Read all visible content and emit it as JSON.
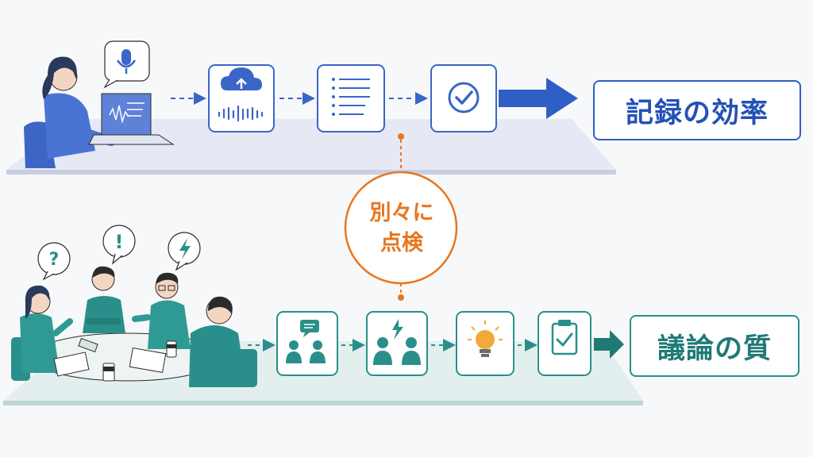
{
  "top_flow": {
    "result_label": "記録の効率",
    "steps": [
      "mic-icon",
      "cloud-upload-icon",
      "document-list-icon",
      "check-circle-icon"
    ],
    "accent_color": "#2f5fc4"
  },
  "bottom_flow": {
    "result_label": "議論の質",
    "steps": [
      "discussion-icon",
      "debate-icon",
      "lightbulb-icon",
      "clipboard-check-icon"
    ],
    "bubbles": [
      "?",
      "!",
      "lightning-icon"
    ],
    "accent_color": "#2a8f8a"
  },
  "center": {
    "line1": "別々に",
    "line2": "点検",
    "accent_color": "#e8761f"
  }
}
